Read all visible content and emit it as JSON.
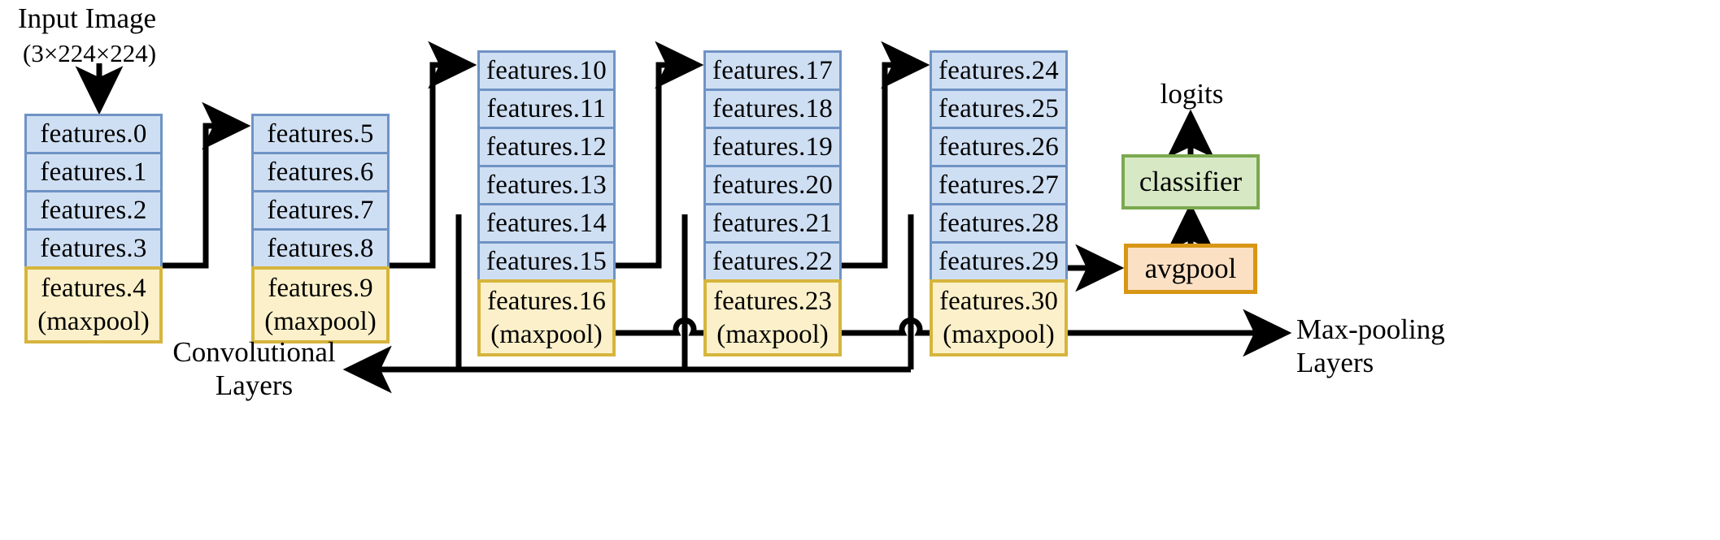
{
  "diagram": {
    "title_text": "Input Image",
    "input_shape": "(3×224×224)",
    "output_label": "logits",
    "classifier_label": "classifier",
    "avgpool_label": "avgpool",
    "legend_conv_line1": "Convolutional",
    "legend_conv_line2": "Layers",
    "legend_pool_line1": "Max-pooling",
    "legend_pool_line2": "Layers",
    "maxpool_suffix": "(maxpool)",
    "colors": {
      "conv_fill": "#cfdff3",
      "conv_border": "#6f93c4",
      "pool_fill": "#fbf0c9",
      "pool_border": "#d6b53d",
      "classifier_fill": "#d7e8c4",
      "classifier_border": "#7aa94f",
      "avgpool_fill": "#fce0c3",
      "avgpool_border": "#d79615",
      "wire": "#000000",
      "background": "#ffffff"
    },
    "blocks": [
      {
        "id": "block-1",
        "conv": [
          "features.0",
          "features.1",
          "features.2",
          "features.3"
        ],
        "pool": "features.4"
      },
      {
        "id": "block-2",
        "conv": [
          "features.5",
          "features.6",
          "features.7",
          "features.8"
        ],
        "pool": "features.9"
      },
      {
        "id": "block-3",
        "conv": [
          "features.10",
          "features.11",
          "features.12",
          "features.13",
          "features.14",
          "features.15"
        ],
        "pool": "features.16"
      },
      {
        "id": "block-4",
        "conv": [
          "features.17",
          "features.18",
          "features.19",
          "features.20",
          "features.21",
          "features.22"
        ],
        "pool": "features.23"
      },
      {
        "id": "block-5",
        "conv": [
          "features.24",
          "features.25",
          "features.26",
          "features.27",
          "features.28",
          "features.29"
        ],
        "pool": "features.30"
      }
    ]
  }
}
